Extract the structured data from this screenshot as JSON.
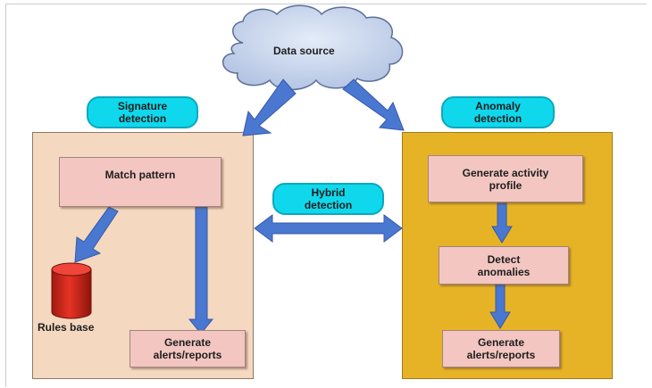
{
  "cloud": {
    "label": "Data source"
  },
  "labels": {
    "signature": "Signature\ndetection",
    "anomaly": "Anomaly\ndetection",
    "hybrid": "Hybrid\ndetection"
  },
  "signature_panel": {
    "match_pattern": "Match pattern",
    "rules_base": "Rules base",
    "generate_alerts": "Generate\nalerts/reports"
  },
  "anomaly_panel": {
    "activity_profile": "Generate  activity\nprofile",
    "detect_anomalies": "Detect\nanomalies",
    "generate_alerts": "Generate\nalerts/reports"
  },
  "colors": {
    "arrow": "#4a78d0",
    "pill": "#10d8ec",
    "left_panel": "#f5d8c0",
    "right_panel": "#e7b326",
    "box": "#f3c6c1",
    "cylinder": "#d9281c",
    "cloud": "#c2d2ec"
  }
}
